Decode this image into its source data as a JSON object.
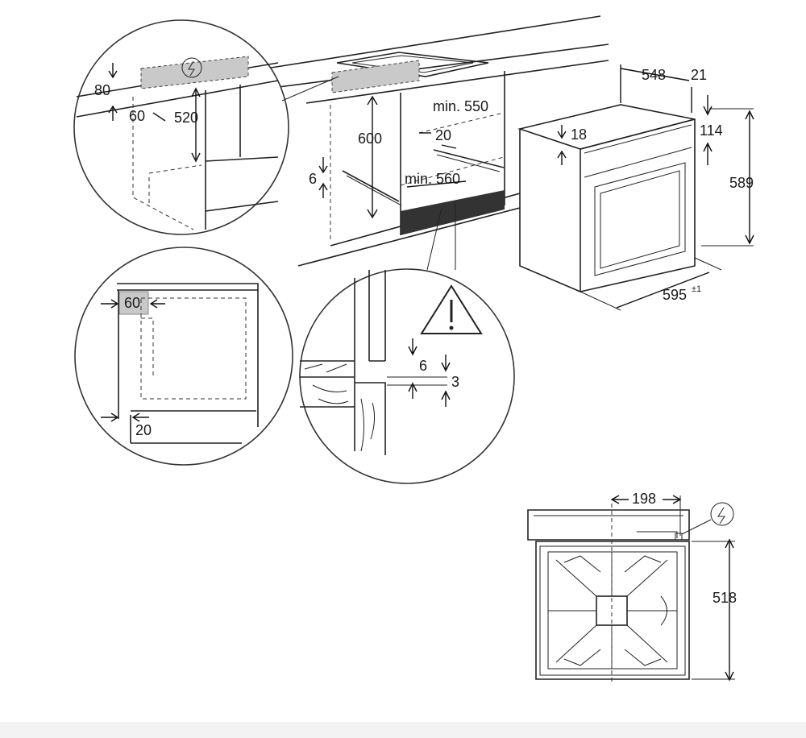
{
  "colors": {
    "line": "#222222",
    "highlight_grey": "#c9c9c9",
    "background": "#ffffff"
  },
  "icons": {
    "electric": "lightning-in-circle",
    "warning": "exclamation-triangle"
  },
  "dims": {
    "top_detail": {
      "d80": "80",
      "d60": "60",
      "d520": "520"
    },
    "cabinet": {
      "d600": "600",
      "min550": "min. 550",
      "d20": "20",
      "d6": "6",
      "min560": "min. 560"
    },
    "oven": {
      "d548": "548",
      "d21": "21",
      "d18": "18",
      "d114": "114",
      "d589": "589",
      "d595": "595",
      "d595_tol": "±1"
    },
    "side_detail": {
      "d60": "60",
      "d20": "20"
    },
    "gap_detail": {
      "d6": "6",
      "d3": "3"
    },
    "back_view": {
      "d198": "198",
      "d518": "518"
    }
  }
}
